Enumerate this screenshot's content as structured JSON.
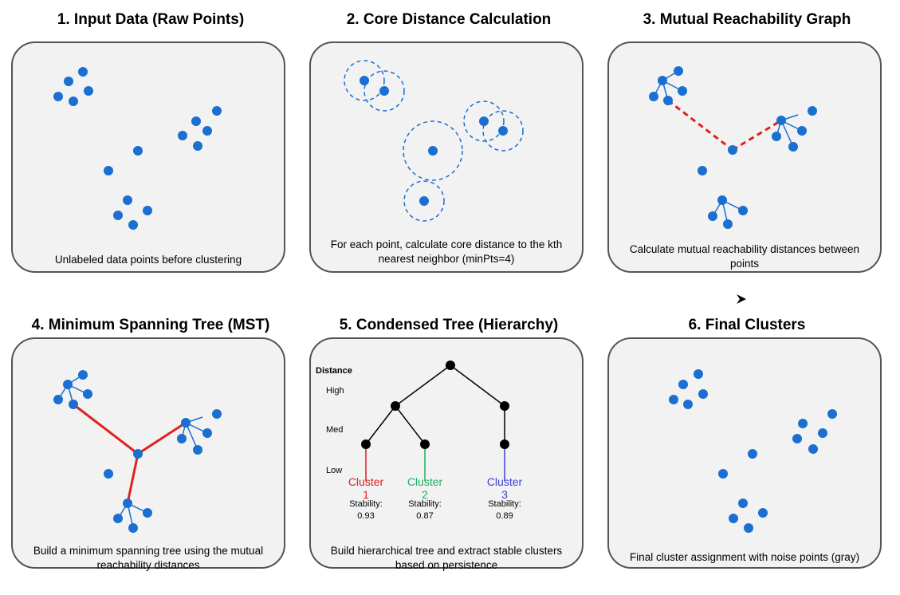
{
  "panels": [
    {
      "title": "1. Input Data (Raw Points)",
      "caption": "Unlabeled data points before clustering"
    },
    {
      "title": "2. Core Distance Calculation",
      "caption": "For each point, calculate core distance to the kth nearest neighbor (minPts=4)"
    },
    {
      "title": "3. Mutual Reachability Graph",
      "caption": "Calculate mutual reachability distances between points"
    },
    {
      "title": "4. Minimum Spanning Tree (MST)",
      "caption": "Build a minimum spanning tree using the mutual reachability distances"
    },
    {
      "title": "5. Condensed Tree (Hierarchy)",
      "caption": "Build hierarchical tree and extract stable clusters based on persistence"
    },
    {
      "title": "6. Final Clusters",
      "caption": "Final cluster assignment with noise points (gray)"
    }
  ],
  "tree": {
    "axis_title": "Distance",
    "levels": [
      "High",
      "Med",
      "Low"
    ],
    "clusters": [
      {
        "name": "Cluster",
        "number": "1",
        "stability_label": "Stability:",
        "stability": "0.93",
        "color": "#e02020"
      },
      {
        "name": "Cluster",
        "number": "2",
        "stability_label": "Stability:",
        "stability": "0.87",
        "color": "#20b060"
      },
      {
        "name": "Cluster",
        "number": "3",
        "stability_label": "Stability:",
        "stability": "0.89",
        "color": "#4040d0"
      }
    ]
  },
  "colors": {
    "point": "#1a6fd0",
    "mst_edge": "#dd2222",
    "reach_edge": "#dd2222",
    "node": "#000000"
  }
}
